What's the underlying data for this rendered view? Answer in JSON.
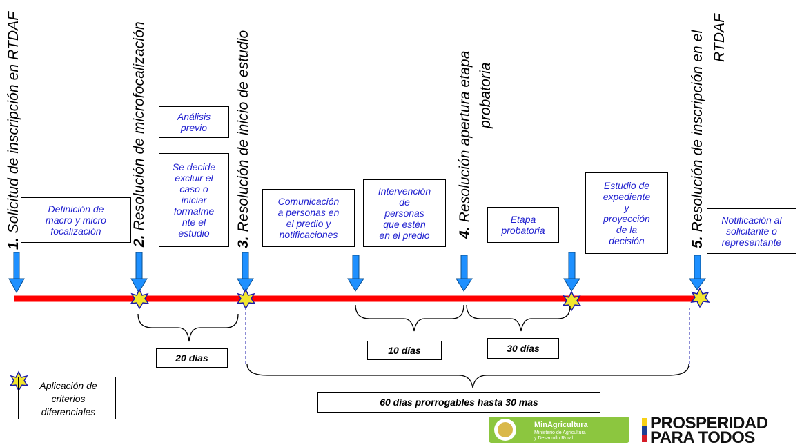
{
  "milestones": [
    {
      "number": "1.",
      "title_lines": [
        "Solicitud de inscripción en RTDAF"
      ]
    },
    {
      "number": "2.",
      "title_lines": [
        "Resolución de microfocalización"
      ]
    },
    {
      "number": "3.",
      "title_lines": [
        "Resolución de  inicio de estudio"
      ]
    },
    {
      "number": "4.",
      "title_lines": [
        "Resolución apertura etapa",
        "probatoria"
      ]
    },
    {
      "number": "5.",
      "title_lines": [
        "Resolución de inscripción en el",
        "RTDAF"
      ]
    }
  ],
  "boxes": {
    "definicion": "Definición de\nmacro y micro\nfocalización",
    "analisis": "Análisis\nprevio",
    "decide": "Se decide\nexcluir el\ncaso o\niniciar\nformalme\nnte el\nestudio",
    "comunicacion": "Comunicación\na personas en\nel predio y\nnotificaciones",
    "intervencion": "Intervención\nde\npersonas\nque estén\nen el predio",
    "etapa": "Etapa\nprobatoria",
    "estudio": "Estudio de\nexpediente\ny\nproyección\nde la\ndecisión",
    "notificacion": "Notificación al\nsolicitante o\nrepresentante"
  },
  "durations": {
    "d20": "20  días",
    "d10": "10  días",
    "d30": "30  días",
    "d60": "60 días prorrogables hasta 30  mas"
  },
  "legend": {
    "text": "Aplicación de\ncriterios\ndiferenciales",
    "marker_icon": "star-icon"
  },
  "logos": {
    "minagricultura": {
      "name": "MinAgricultura",
      "sub": "Ministerio de Agricultura\ny Desarrollo Rural"
    },
    "prosperidad": {
      "line1": "PROSPERIDAD",
      "line2": "PARA TODOS"
    }
  },
  "colors": {
    "timeline": "#ff0000",
    "arrow": "#1e90ff",
    "star_fill": "#f2e52e",
    "star_stroke": "#1a1aa8",
    "box_text": "#1f1fcf",
    "logo_green": "#8cc63f"
  }
}
